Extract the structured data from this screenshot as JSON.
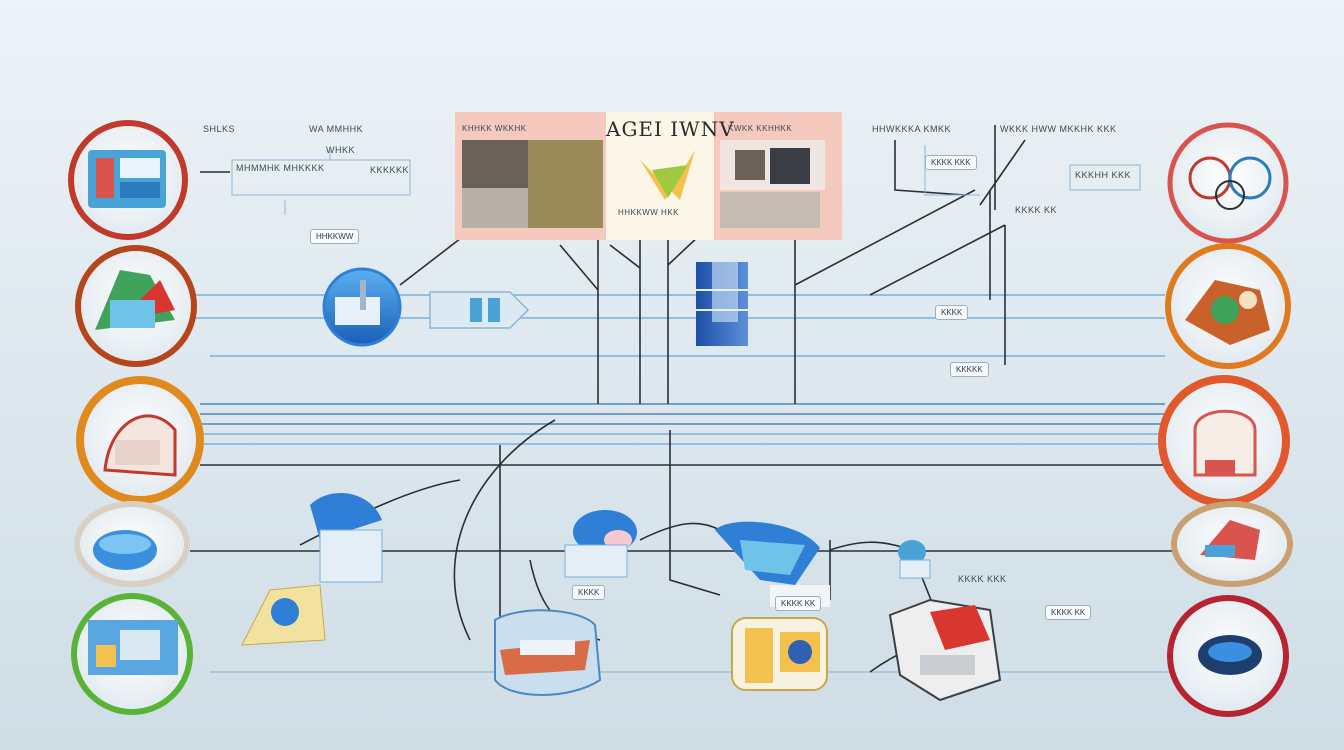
{
  "title": "AGEI  IWNV",
  "labels": {
    "top_left_a": "SHLKS",
    "top_left_b": "WA MMHHK",
    "note_1": "MHMMHK MHKKKK",
    "note_2": "WHKK",
    "note_3": "KKKKKK",
    "note_4": "HHKKWW",
    "panel_left": "KHHKK WKKHK",
    "panel_right": "KWKK KKHHKK",
    "panel_mid": "HHKKWW HKK",
    "top_right_a": "HHWKKKA KMKK",
    "top_right_b": "WKKK HWW MKKHK KKK",
    "right_note_1": "KKKK KKK",
    "right_note_2": "KKKHH KKK",
    "right_note_3": "KKKK KK",
    "mid_tag_1": "KKKK",
    "mid_tag_2": "KKKKK",
    "bottom_tag_1": "KKKK",
    "bottom_tag_2": "KKKK KK",
    "bottom_tag_3": "KKKK KKK",
    "bottom_tag_4": "KKKK KK"
  },
  "colors": {
    "accent": "#2f7fd6",
    "line_dark": "#2a2f36",
    "line_blue": "#6aa6d8",
    "panel_pink": "#f5c9bd",
    "panel_green": "#e9f3c8"
  },
  "left_circles": [
    {
      "name": "left-node-1",
      "ring": "#c0392b"
    },
    {
      "name": "left-node-2",
      "ring": "#b5451b"
    },
    {
      "name": "left-node-3",
      "ring": "#e08a1e"
    },
    {
      "name": "left-node-4",
      "ring": "#d9cfc2"
    },
    {
      "name": "left-node-5",
      "ring": "#58b337"
    }
  ],
  "right_circles": [
    {
      "name": "right-node-1",
      "ring": "#d9534f"
    },
    {
      "name": "right-node-2",
      "ring": "#e07a1f"
    },
    {
      "name": "right-node-3",
      "ring": "#e0582b"
    },
    {
      "name": "right-node-4",
      "ring": "#c9a071"
    },
    {
      "name": "right-node-5",
      "ring": "#b5242f"
    }
  ]
}
